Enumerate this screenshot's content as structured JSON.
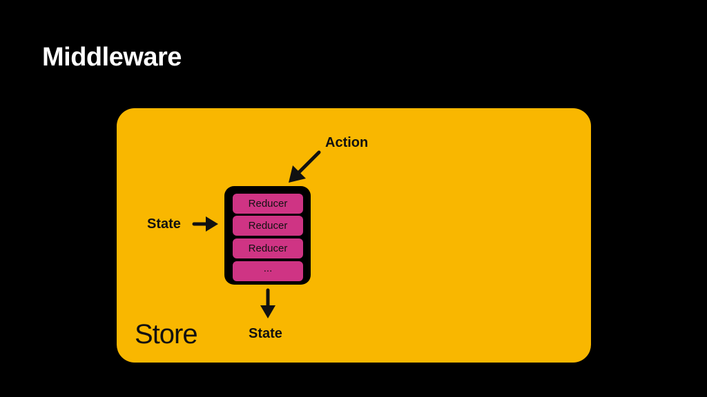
{
  "title": "Middleware",
  "diagram": {
    "container_label": "Store",
    "action_label": "Action",
    "state_in_label": "State",
    "state_out_label": "State",
    "reducers": [
      "Reducer",
      "Reducer",
      "Reducer",
      "..."
    ],
    "colors": {
      "background": "#000000",
      "store": "#f9b700",
      "reducer": "#cf3484",
      "stack": "#000000"
    }
  }
}
